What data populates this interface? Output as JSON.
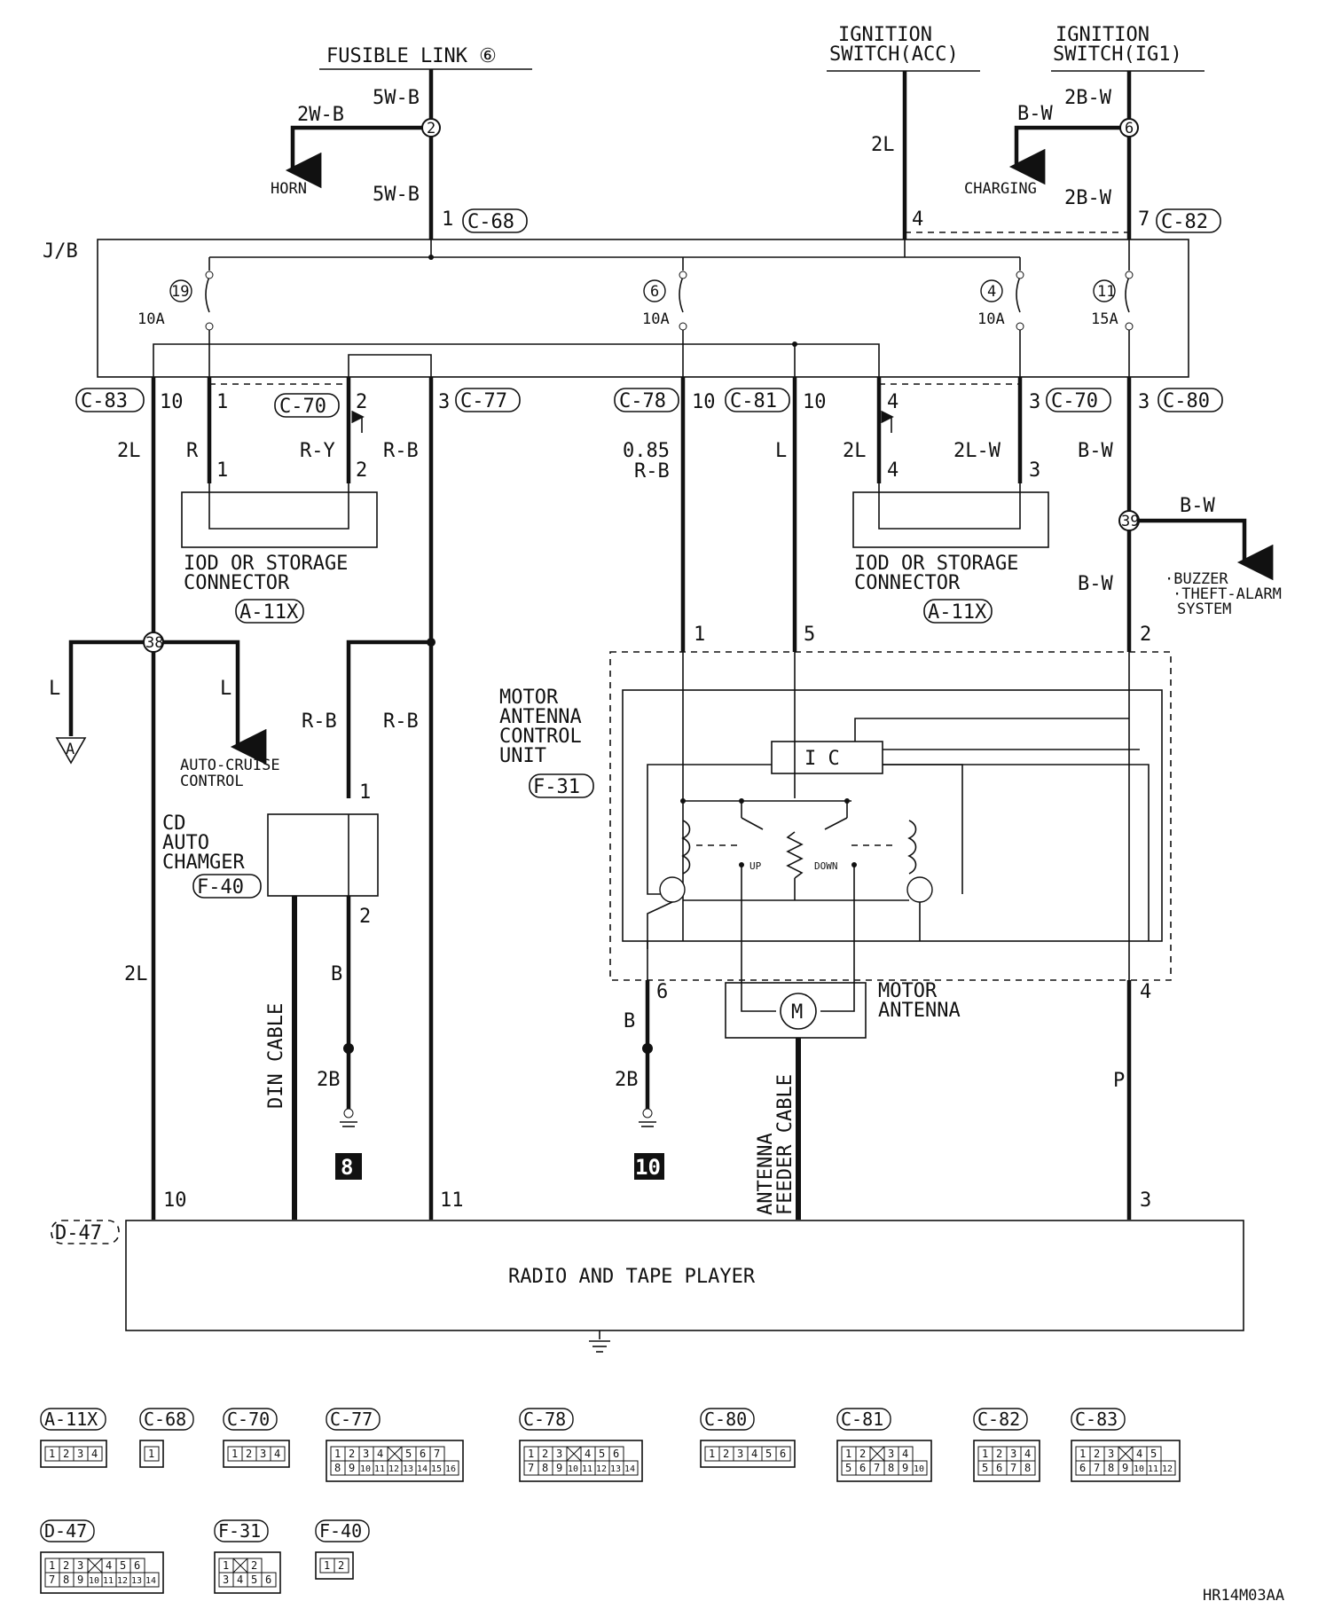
{
  "sources": {
    "fusible_link": "FUSIBLE LINK ⑥",
    "ignition_acc": [
      "IGNITION",
      "SWITCH(ACC)"
    ],
    "ignition_ig1": [
      "IGNITION",
      "SWITCH(IG1)"
    ]
  },
  "wires": {
    "fl_top": "5W-B",
    "fl_bottom": "5W-B",
    "horn_wire": "2W-B",
    "horn": "HORN",
    "acc": "2L",
    "ig1_top": "2B-W",
    "ig1_bottom": "2B-W",
    "charging_wire": "B-W",
    "charging": "CHARGING",
    "c83_wire": "2L",
    "c70_1_wire": "R",
    "c70_2_wire": "R-Y",
    "c77_wire": "R-B",
    "c78_wire": [
      "0.85",
      "R-B"
    ],
    "c81_wire": "L",
    "c70_4_wire": "2L",
    "c70_3_wire": "2L-W",
    "c80_wire": "B-W",
    "buzzer_wire": "B-W",
    "c80_lower": "B-W",
    "left_branch": "L",
    "cruise_branch": "L",
    "rb_left": "R-B",
    "rb_right": "R-B",
    "cd_ground_b": "B",
    "cd_ground_2b": "2B",
    "left_lower": "2L",
    "din_cable": "DIN CABLE",
    "ant_ground_b": "B",
    "ant_ground_2b": "2B",
    "feeder_cable": [
      "ANTENNA",
      "FEEDER CABLE"
    ],
    "p_wire": "P"
  },
  "junction_block": {
    "label": "J/B",
    "fuses": [
      {
        "num": "19",
        "rating": "10A"
      },
      {
        "num": "6",
        "rating": "10A"
      },
      {
        "num": "4",
        "rating": "10A"
      },
      {
        "num": "11",
        "rating": "15A"
      }
    ]
  },
  "splices": {
    "s2": "2",
    "s6": "6",
    "s38": "38",
    "s39": "39"
  },
  "connectors": {
    "c68": "C-68",
    "c82": "C-82",
    "c83": "C-83",
    "c70a": "C-70",
    "c77": "C-77",
    "c78": "C-78",
    "c81": "C-81",
    "c70b": "C-70",
    "c80": "C-80",
    "a11x_l": "A-11X",
    "a11x_r": "A-11X",
    "f31": "F-31",
    "f40": "F-40",
    "d47": "D-47"
  },
  "pins": {
    "c68": "1",
    "acc": "4",
    "c82": "7",
    "c83": "10",
    "c70_1": "1",
    "c70_2": "2",
    "c77": "3",
    "c78": "10",
    "c81": "10",
    "c70_4": "4",
    "c70_3": "3",
    "c80": "3",
    "iod_l1": "1",
    "iod_l2": "2",
    "iod_r4": "4",
    "iod_r3": "3",
    "f31_1": "1",
    "f31_5": "5",
    "f31_2": "2",
    "f31_6": "6",
    "f31_4": "4",
    "f40_1": "1",
    "f40_2": "2",
    "d47_10": "10",
    "d47_11": "11",
    "d47_3": "3"
  },
  "components": {
    "iod_left": [
      "IOD OR STORAGE",
      "CONNECTOR"
    ],
    "iod_right": [
      "IOD OR STORAGE",
      "CONNECTOR"
    ],
    "buzzer": [
      "·BUZZER",
      "·THEFT-ALARM",
      "SYSTEM"
    ],
    "auto_cruise": [
      "AUTO-CRUISE",
      "CONTROL"
    ],
    "cd_changer": [
      "CD",
      "AUTO",
      "CHAMGER"
    ],
    "antenna_unit": [
      "MOTOR",
      "ANTENNA",
      "CONTROL",
      "UNIT"
    ],
    "ic": "I C",
    "up": "UP",
    "down": "DOWN",
    "motor_symbol": "M",
    "motor_antenna": [
      "MOTOR",
      "ANTENNA"
    ],
    "radio": "RADIO AND TAPE PLAYER",
    "ground_a": "A",
    "ground_8": "8",
    "ground_10": "10"
  },
  "legend": [
    {
      "name": "A-11X",
      "rows": [
        [
          "1",
          "2",
          "3",
          "4"
        ]
      ]
    },
    {
      "name": "C-68",
      "rows": [
        [
          "1"
        ]
      ]
    },
    {
      "name": "C-70",
      "rows": [
        [
          "1",
          "2",
          "3",
          "4"
        ]
      ]
    },
    {
      "name": "C-77",
      "rows": [
        [
          "1",
          "2",
          "3",
          "4",
          "",
          "5",
          "6",
          "7"
        ],
        [
          "8",
          "9",
          "10",
          "11",
          "12",
          "13",
          "14",
          "15",
          "16"
        ]
      ]
    },
    {
      "name": "C-78",
      "rows": [
        [
          "1",
          "2",
          "3",
          "",
          "4",
          "5",
          "6"
        ],
        [
          "7",
          "8",
          "9",
          "10",
          "11",
          "12",
          "13",
          "14"
        ]
      ]
    },
    {
      "name": "C-80",
      "rows": [
        [
          "1",
          "2",
          "3",
          "4",
          "5",
          "6"
        ]
      ]
    },
    {
      "name": "C-81",
      "rows": [
        [
          "1",
          "2",
          "",
          "3",
          "4"
        ],
        [
          "5",
          "6",
          "7",
          "8",
          "9",
          "10"
        ]
      ]
    },
    {
      "name": "C-82",
      "rows": [
        [
          "1",
          "2",
          "3",
          "4"
        ],
        [
          "5",
          "6",
          "7",
          "8"
        ]
      ]
    },
    {
      "name": "C-83",
      "rows": [
        [
          "1",
          "2",
          "3",
          "",
          "4",
          "5"
        ],
        [
          "6",
          "7",
          "8",
          "9",
          "10",
          "11",
          "12"
        ]
      ]
    },
    {
      "name": "D-47",
      "rows": [
        [
          "1",
          "2",
          "3",
          "",
          "4",
          "5",
          "6"
        ],
        [
          "7",
          "8",
          "9",
          "10",
          "11",
          "12",
          "13",
          "14"
        ]
      ]
    },
    {
      "name": "F-31",
      "rows": [
        [
          "1",
          "",
          "2"
        ],
        [
          "3",
          "4",
          "5",
          "6"
        ]
      ]
    },
    {
      "name": "F-40",
      "rows": [
        [
          "1",
          "2"
        ]
      ]
    }
  ],
  "code": "HR14M03AA"
}
